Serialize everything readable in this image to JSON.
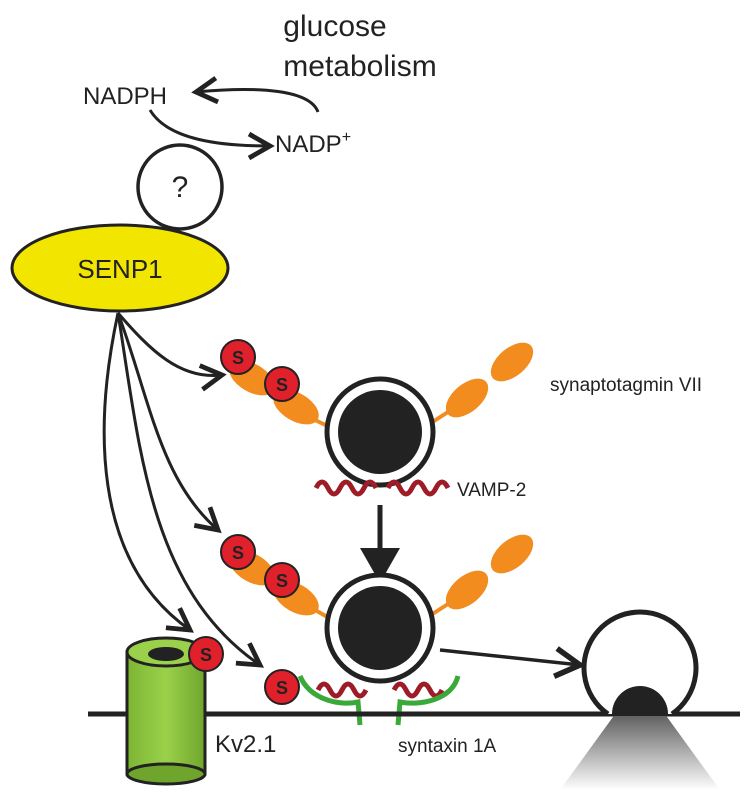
{
  "labels": {
    "glucose_line1": "glucose",
    "glucose_line2": "metabolism",
    "nadph": "NADPH",
    "nadp": "NADP",
    "nadp_sup": "+",
    "unknown": "?",
    "senp1": "SENP1",
    "synaptotagmin": "synaptotagmin VII",
    "vamp2": "VAMP-2",
    "syntaxin": "syntaxin 1A",
    "kv21": "Kv2.1",
    "sumo": "S"
  },
  "colors": {
    "senp1_fill": "#f2e600",
    "sumo_red": "#e0202a",
    "synaptotagmin_orange": "#f28c1e",
    "vamp_darkred": "#9e1b28",
    "syntaxin_green": "#3aa93a",
    "kv_green": "#8cc63f",
    "vesicle_core": "#222222",
    "line": "#222222"
  }
}
